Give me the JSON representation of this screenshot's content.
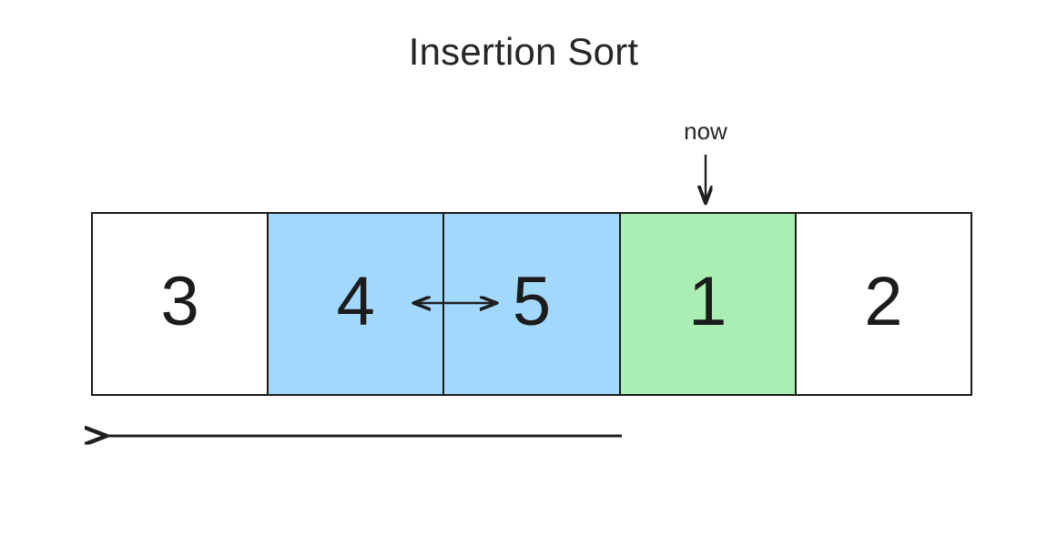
{
  "title": "Insertion Sort",
  "pointer": {
    "label": "now",
    "target_index": 3
  },
  "colors": {
    "background": "#ffffff",
    "text": "#262626",
    "digit": "#1c1c1c",
    "cell_border": "#1a1a1a",
    "compare_fill": "#a3d8fd",
    "current_fill": "#abeeb3",
    "default_fill": "#ffffff",
    "arrow": "#1f1f1f"
  },
  "array": {
    "cells": [
      {
        "value": "3",
        "state": "default"
      },
      {
        "value": "4",
        "state": "compare"
      },
      {
        "value": "5",
        "state": "compare"
      },
      {
        "value": "1",
        "state": "current"
      },
      {
        "value": "2",
        "state": "default"
      }
    ]
  },
  "annotations": {
    "swap_arrow": {
      "name": "swap-double-arrow",
      "direction": "both",
      "between_indices": [
        1,
        2
      ]
    },
    "pointer_arrow": {
      "name": "now-pointer-arrow",
      "direction": "down"
    },
    "scan_arrow": {
      "name": "scan-direction-arrow",
      "direction": "left"
    }
  }
}
